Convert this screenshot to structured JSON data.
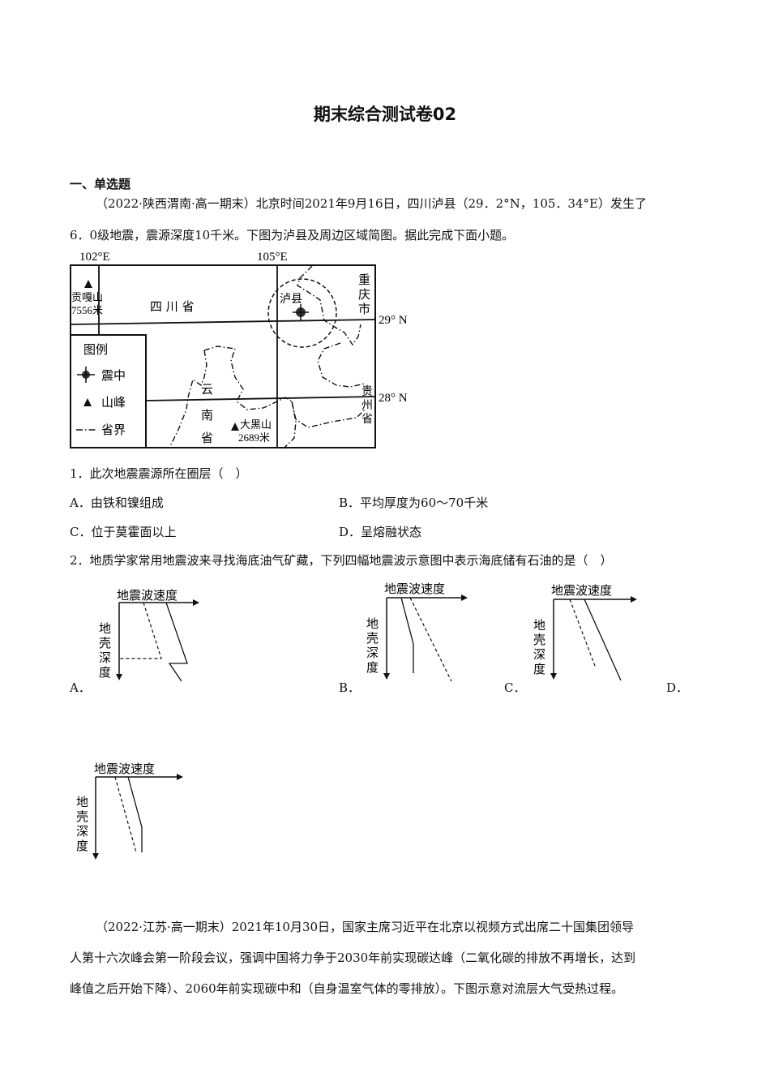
{
  "document": {
    "title": "期末综合测试卷02",
    "section_heading": "一、单选题"
  },
  "passage1": {
    "line1": "（2022·陕西渭南·高一期末）北京时间2021年9月16日，四川泸县（29．2°N，105．34°E）发生了",
    "line2": "6．0级地震，震源深度10千米。下图为泸县及周边区域简图。据此完成下面小题。"
  },
  "map": {
    "lon_labels": [
      "102°E",
      "105°E"
    ],
    "lat_labels": [
      "29° N",
      "28° N"
    ],
    "regions": {
      "sichuan": "四 川 省",
      "chongqing": [
        "重",
        "庆",
        "市"
      ],
      "yunnan": [
        "云",
        "南",
        "省"
      ],
      "guizhou": [
        "贵",
        "州",
        "省"
      ],
      "luxian": "泸县"
    },
    "peaks": [
      {
        "name": "贡嘎山",
        "elevation": "7556米"
      },
      {
        "name": "大黑山",
        "elevation": "2689米"
      }
    ],
    "legend": {
      "title": "图例",
      "items": [
        {
          "icon": "epicenter-icon",
          "label": "震中"
        },
        {
          "icon": "peak-triangle-icon",
          "label": "山峰"
        },
        {
          "icon": "province-boundary-icon",
          "label": "省界"
        }
      ]
    }
  },
  "question1": {
    "stem": "1．此次地震震源所在圈层（　）",
    "options": [
      {
        "key": "A",
        "text": "A．由铁和镍组成"
      },
      {
        "key": "B",
        "text": "B．平均厚度为60～70千米"
      },
      {
        "key": "C",
        "text": "C．位于莫霍面以上"
      },
      {
        "key": "D",
        "text": "D．呈熔融状态"
      }
    ]
  },
  "question2": {
    "stem": "2．地质学家常用地震波来寻找海底油气矿藏，下列四幅地震波示意图中表示海底储有石油的是（　）",
    "axis_x_label": "地震波速度",
    "axis_y_label": [
      "地",
      "壳",
      "深",
      "度"
    ],
    "option_labels": [
      "A．",
      "B．",
      "C．",
      "D．"
    ]
  },
  "passage2": {
    "line1": "（2022·江苏·高一期末）2021年10月30日，国家主席习近平在北京以视频方式出席二十国集团领导",
    "line2": "人第十六次峰会第一阶段会议，强调中国将力争于2030年前实现碳达峰（二氧化碳的排放不再增长，达到",
    "line3": "峰值之后开始下降）、2060年前实现碳中和（自身温室气体的零排放）。下图示意对流层大气受热过程。"
  }
}
